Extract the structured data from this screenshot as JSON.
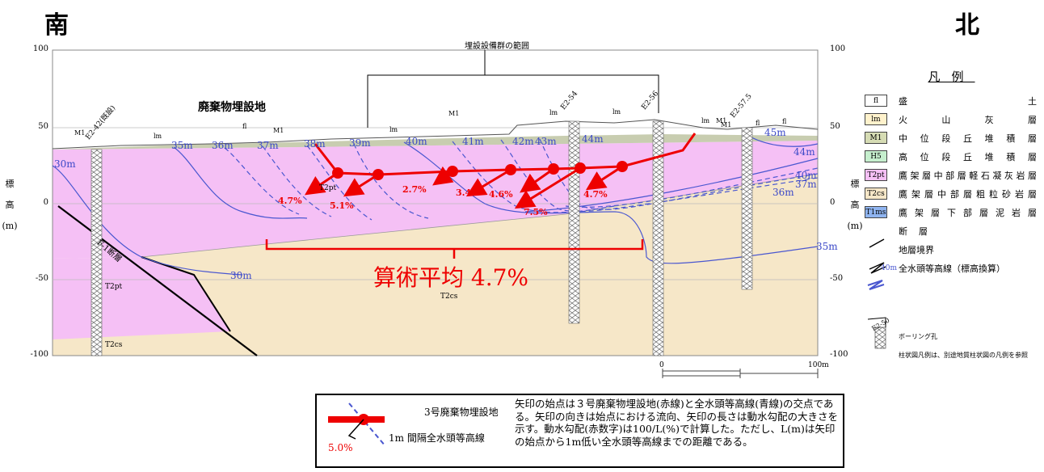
{
  "direction": {
    "south": "南",
    "north": "北"
  },
  "axis": {
    "ylabel_chars": [
      "標",
      "高",
      "(m)"
    ],
    "ticks": [
      "100",
      "50",
      "0",
      "-50",
      "-100"
    ]
  },
  "labels": {
    "facility_range": "埋設設備群の範囲",
    "waste_site": "廃棄物埋設地",
    "average": "算術平均 4.7%",
    "fault": "F-1断層",
    "t2cs_main": "T2cs",
    "t2cs_low": "T2cs",
    "t2pt_low": "T2pt",
    "t2pt_mid": "T2pt"
  },
  "boreholes": [
    "E2-42(既設)",
    "E2-54",
    "E2-56",
    "E2-57.5"
  ],
  "layer_marks": [
    "M1",
    "lm",
    "fl",
    "M1",
    "lm",
    "M1",
    "lm",
    "lm",
    "M1",
    "fl",
    "lm",
    "M1",
    "fl"
  ],
  "contours_blue": [
    "30m",
    "35m",
    "36m",
    "37m",
    "38m",
    "39m",
    "40m",
    "41m",
    "42m",
    "43m",
    "44m",
    "45m",
    "44m",
    "40m",
    "37m",
    "36m",
    "35m",
    "30m"
  ],
  "gradients_red": [
    "4.7%",
    "5.1%",
    "2.7%",
    "3.4%",
    "4.6%",
    "7.5%",
    "4.7%"
  ],
  "scale": {
    "start": "0",
    "end": "100m"
  },
  "legend": {
    "title": "凡例",
    "items": [
      {
        "code": "fl",
        "label": "盛土",
        "color": "#ffffff"
      },
      {
        "code": "lm",
        "label": "火山灰層",
        "color": "#fff2cc"
      },
      {
        "code": "M1",
        "label": "中位段丘堆積層",
        "color": "#d6dcb4"
      },
      {
        "code": "H5",
        "label": "高位段丘堆積層",
        "color": "#c6efce"
      },
      {
        "code": "T2pt",
        "label": "鷹架層中部層軽石凝灰岩層",
        "color": "#f5c0f5"
      },
      {
        "code": "T2cs",
        "label": "鷹架層中部層粗粒砂岩層",
        "color": "#f6e7c8"
      },
      {
        "code": "T1ms",
        "label": "鷹架層下部層泥岩層",
        "color": "#8fb4f0"
      }
    ],
    "fault": "断層",
    "boundary": "地層境界",
    "contour": "全水頭等高線（標高換算）",
    "contour_sample": "40m",
    "borehole_sample": "E2-50",
    "borehole": "ボーリング孔",
    "column_note": "柱状図凡例は、別途地質柱状図の凡例を参照"
  },
  "note": {
    "site_label": "3号廃棄物埋設地",
    "contour_label": "1m 間隔全水頭等高線",
    "sample_pct": "5.0%",
    "description": "矢印の始点は３号廃棄物埋設地(赤線)と全水頭等高線(青線)の交点である。矢印の向きは始点における流向、矢印の長さは動水勾配の大きさを示す。動水勾配(赤数字)は100/L(%)で計算した。ただし、L(m)は矢印の始点から1m低い全水頭等高線までの距離である。"
  }
}
